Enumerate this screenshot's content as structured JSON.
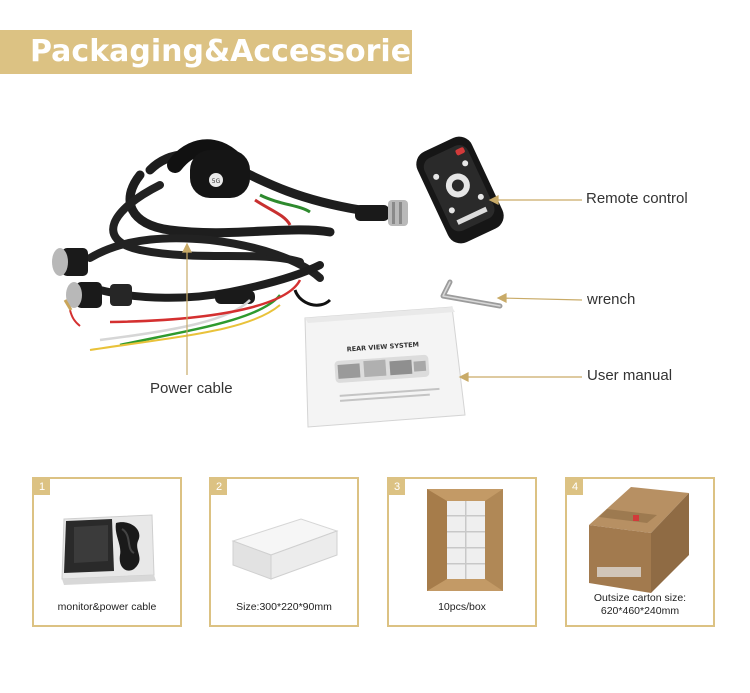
{
  "header": {
    "title": "Packaging&Accessories"
  },
  "callouts": {
    "remote": "Remote control",
    "wrench": "wrench",
    "manual": "User manual",
    "power": "Power cable"
  },
  "manual": {
    "title": "REAR VIEW SYSTEM"
  },
  "panels": [
    {
      "number": "1",
      "caption": "monitor&power cable"
    },
    {
      "number": "2",
      "caption": "Size:300*220*90mm"
    },
    {
      "number": "3",
      "caption": "10pcs/box"
    },
    {
      "number": "4",
      "caption": "Outsize carton size:",
      "caption2": "620*460*240mm"
    }
  ],
  "colors": {
    "accent": "#dcc283"
  }
}
